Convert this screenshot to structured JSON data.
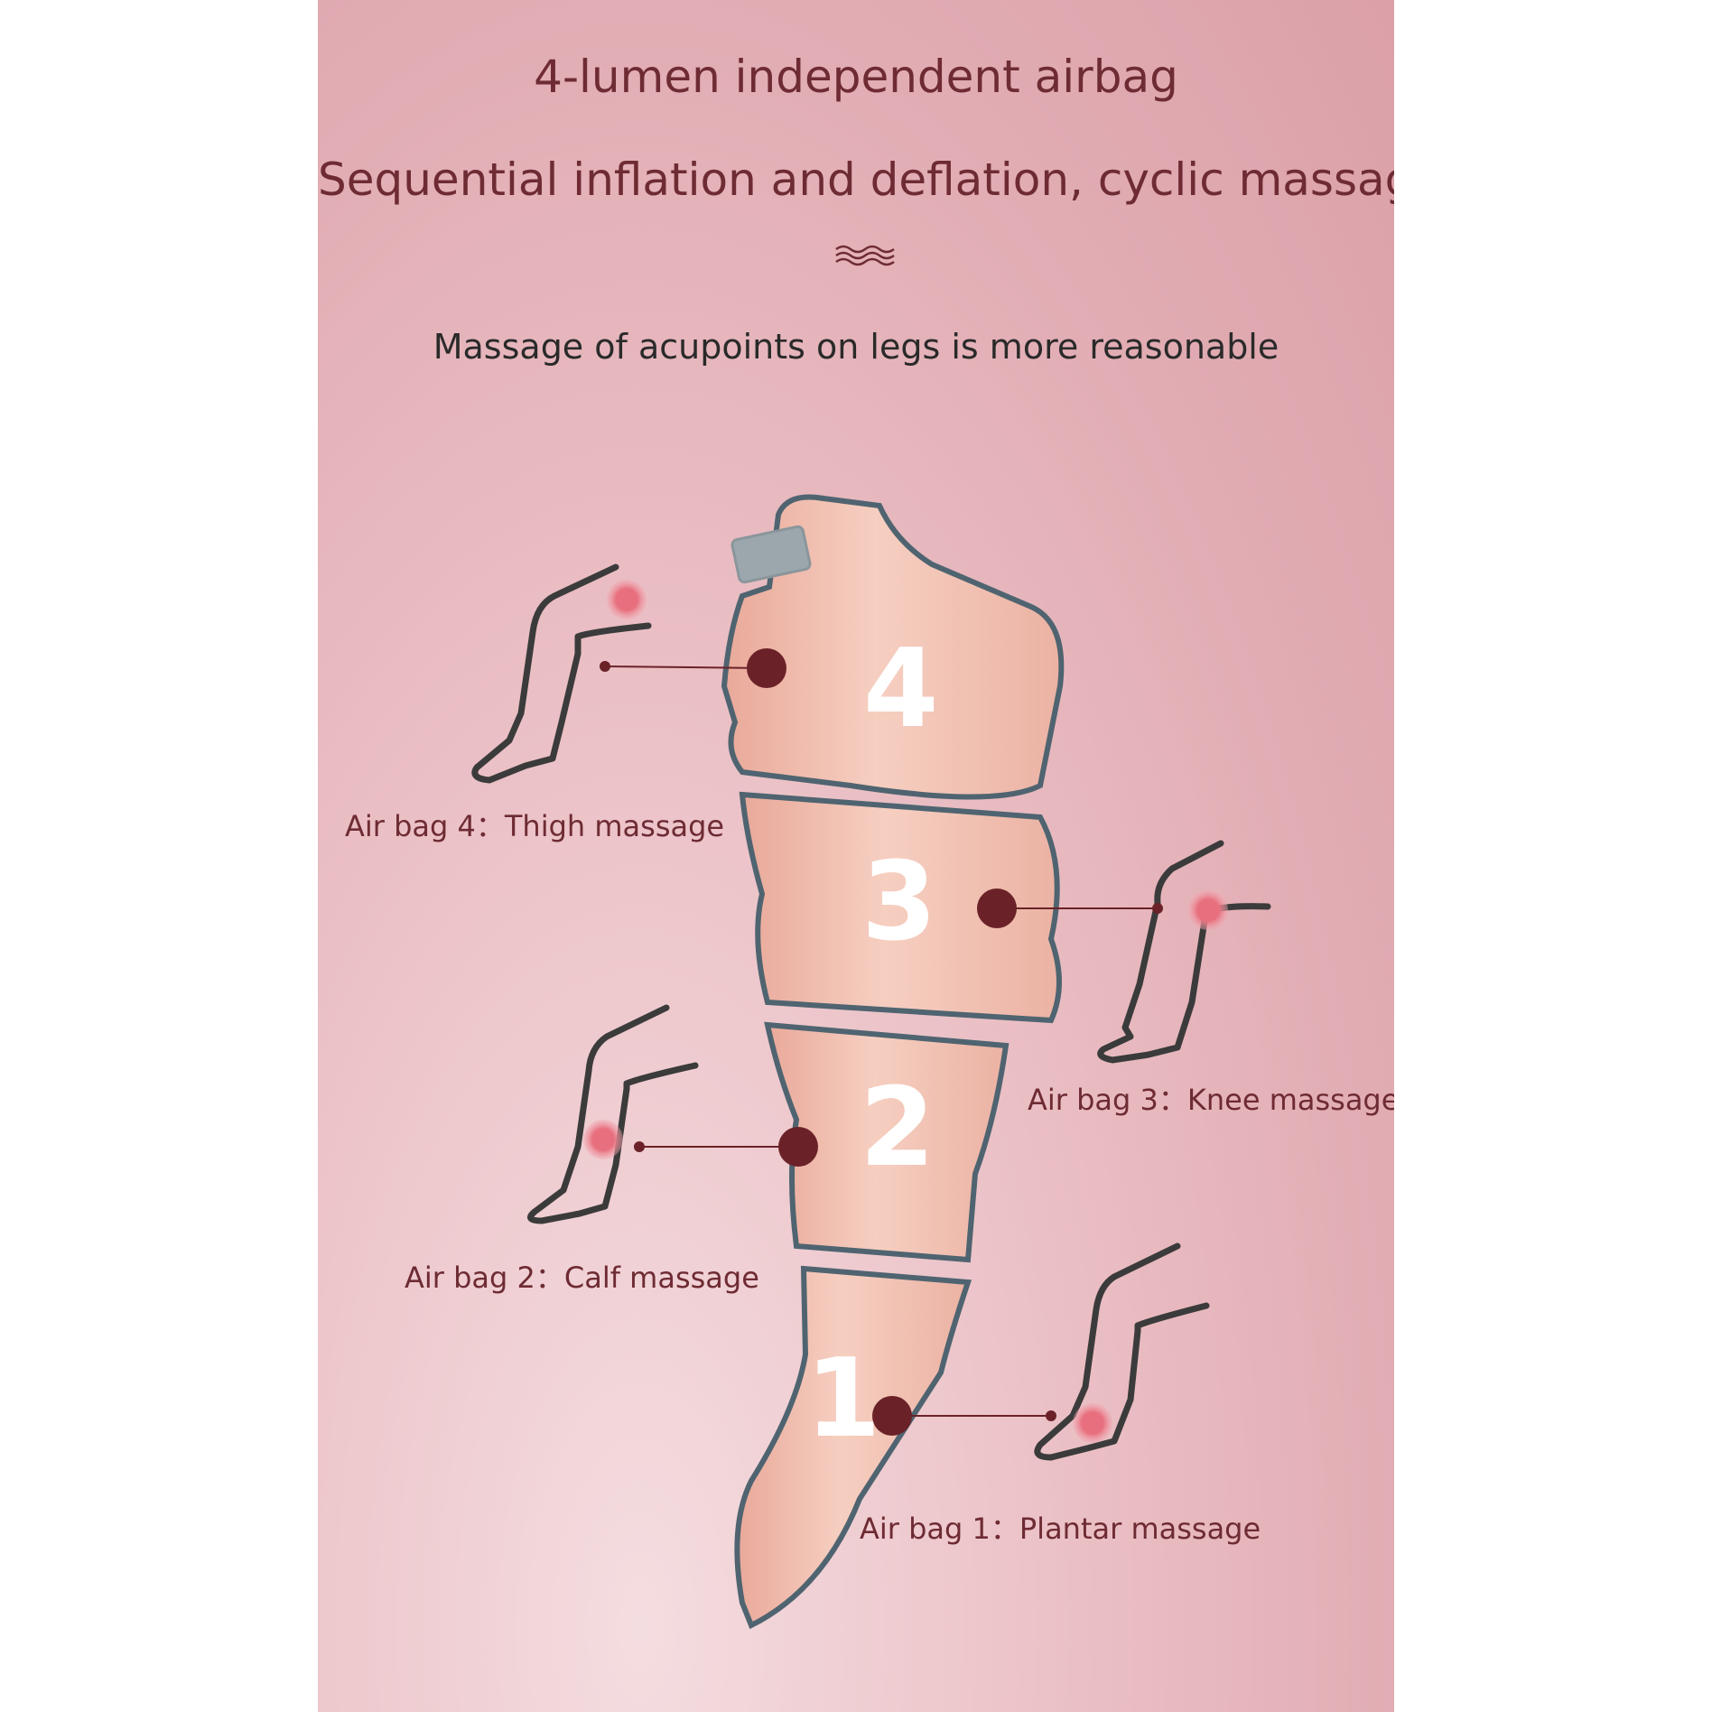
{
  "header": {
    "title": "4-lumen independent airbag",
    "subtitle": "Sequential inflation and deflation, cyclic massage",
    "wave_icon": "wave-icon",
    "tagline": "Massage of acupoints on legs is more reasonable"
  },
  "airbags": [
    {
      "number": "4",
      "label": "Air bag 4：Thigh massage"
    },
    {
      "number": "3",
      "label": "Air bag 3：Knee massage"
    },
    {
      "number": "2",
      "label": "Air bag 2：Calf massage"
    },
    {
      "number": "1",
      "label": "Air bag 1：Plantar massage"
    }
  ],
  "colors": {
    "text_dark_red": "#6e2b33",
    "marker": "#6a2228",
    "highlight": "#e8707e",
    "sleeve": "#f2c1b2",
    "piping": "#4f6470"
  }
}
